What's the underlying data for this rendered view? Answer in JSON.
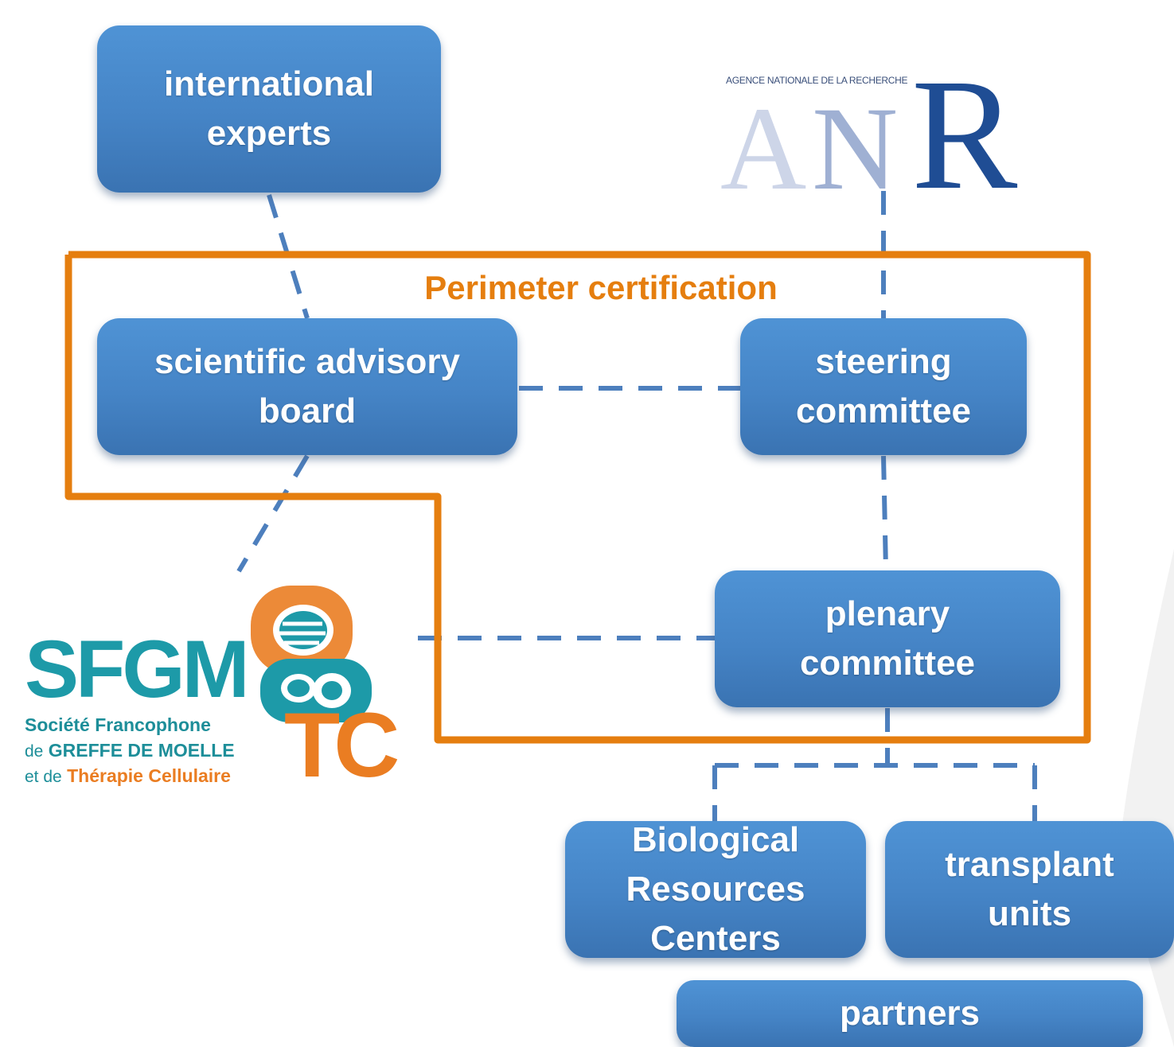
{
  "diagram": {
    "title": "Perimeter certification",
    "nodes": {
      "international_experts": "international\nexperts",
      "scientific_advisory_board": "scientific advisory\nboard",
      "steering_committee": "steering\ncommittee",
      "plenary_committee": "plenary\ncommittee",
      "biological_resources_centers": "Biological\nResources\nCenters",
      "transplant_units": "transplant\nunits",
      "partners": "partners"
    },
    "edges": [
      [
        "international_experts",
        "scientific_advisory_board"
      ],
      [
        "anr",
        "steering_committee"
      ],
      [
        "scientific_advisory_board",
        "steering_committee"
      ],
      [
        "scientific_advisory_board",
        "sfgm_tc"
      ],
      [
        "steering_committee",
        "plenary_committee"
      ],
      [
        "sfgm_tc",
        "plenary_committee"
      ],
      [
        "plenary_committee",
        "biological_resources_centers"
      ],
      [
        "plenary_committee",
        "transplant_units"
      ]
    ]
  },
  "anr_logo": {
    "tagline": "AGENCE NATIONALE DE LA RECHERCHE",
    "letters": [
      "A",
      "N",
      "R"
    ],
    "colors": [
      "#cdd5e8",
      "#9fb0d3",
      "#1f4d94"
    ]
  },
  "sfgm_logo": {
    "acronym": "SFGM",
    "suffix": "TC",
    "line1": "Société Francophone",
    "line2_prefix": "de",
    "line2_main": "GREFFE DE MOELLE",
    "line3_prefix": "et de",
    "line3_main": "Thérapie Cellulaire"
  },
  "colors": {
    "box": "#4584c6",
    "perimeter": "#e57e0f",
    "connector": "#4d7fbd",
    "sfgm_teal": "#1d9aa8",
    "sfgm_orange": "#ea7d22"
  }
}
